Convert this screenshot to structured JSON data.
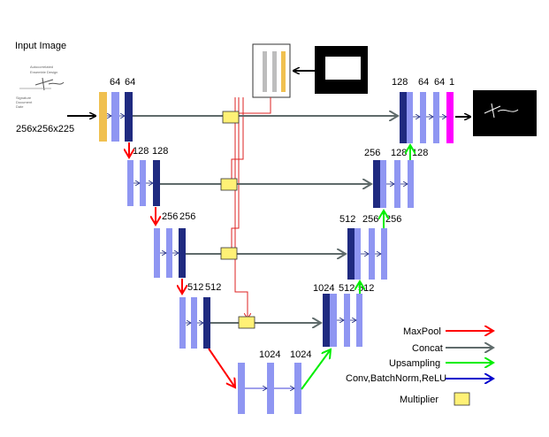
{
  "input": {
    "title": "Input Image",
    "shape": "256x256x225",
    "doc_lines": [
      "Autocorrelated",
      "Ensemble Design",
      "Signature",
      "Document",
      "Date"
    ]
  },
  "encoder": {
    "level1": {
      "ch_a": "64",
      "ch_b": "64"
    },
    "level2": {
      "ch_a": "128",
      "ch_b": "128"
    },
    "level3": {
      "ch_a": "256",
      "ch_b": "256"
    },
    "level4": {
      "ch_a": "512",
      "ch_b": "512"
    }
  },
  "bottleneck": {
    "ch_a": "1024",
    "ch_b": "1024"
  },
  "decoder": {
    "level4": {
      "ch_a": "1024",
      "ch_b": "512",
      "ch_c": "512"
    },
    "level3": {
      "ch_a": "512",
      "ch_b": "256",
      "ch_c": "256"
    },
    "level2": {
      "ch_a": "256",
      "ch_b": "128",
      "ch_c": "128"
    },
    "level1": {
      "ch_a": "128",
      "ch_b": "64",
      "ch_c": "64",
      "ch_d": "1"
    }
  },
  "legend": {
    "maxpool": "MaxPool",
    "concat": "Concat",
    "upsampling": "Upsampling",
    "conv": "Conv,BatchNorm,ReLU",
    "multiplier": "Multiplier"
  },
  "colors": {
    "light_block": "#8f96f2",
    "dark_block": "#1f2a80",
    "input_block": "#f0c050",
    "output_block": "#ff00ff",
    "maxpool": "#ff0000",
    "concat": "#5f6b6b",
    "upsampling": "#00ee00",
    "conv": "#0000cc",
    "multiplier": "#fff176"
  }
}
